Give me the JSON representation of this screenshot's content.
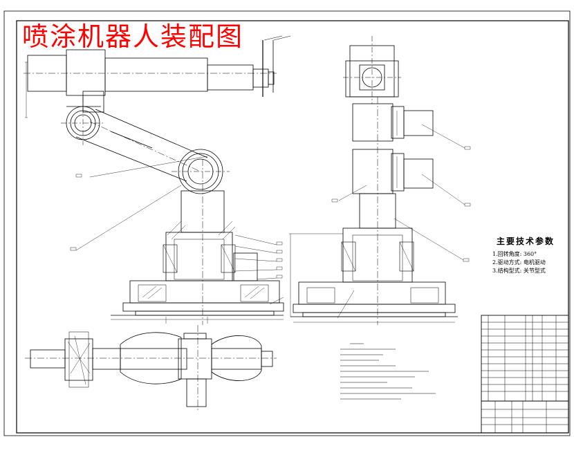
{
  "drawing": {
    "title": "喷涂机器人装配图",
    "title_color": "#ff0000",
    "line_color": "#000000",
    "background": "#ffffff"
  },
  "specs": {
    "heading": "主要技术参数",
    "items": [
      "1.回转角度: 360°",
      "2.驱动方式: 电机驱动",
      "3.结构型式: 关节型式"
    ]
  }
}
